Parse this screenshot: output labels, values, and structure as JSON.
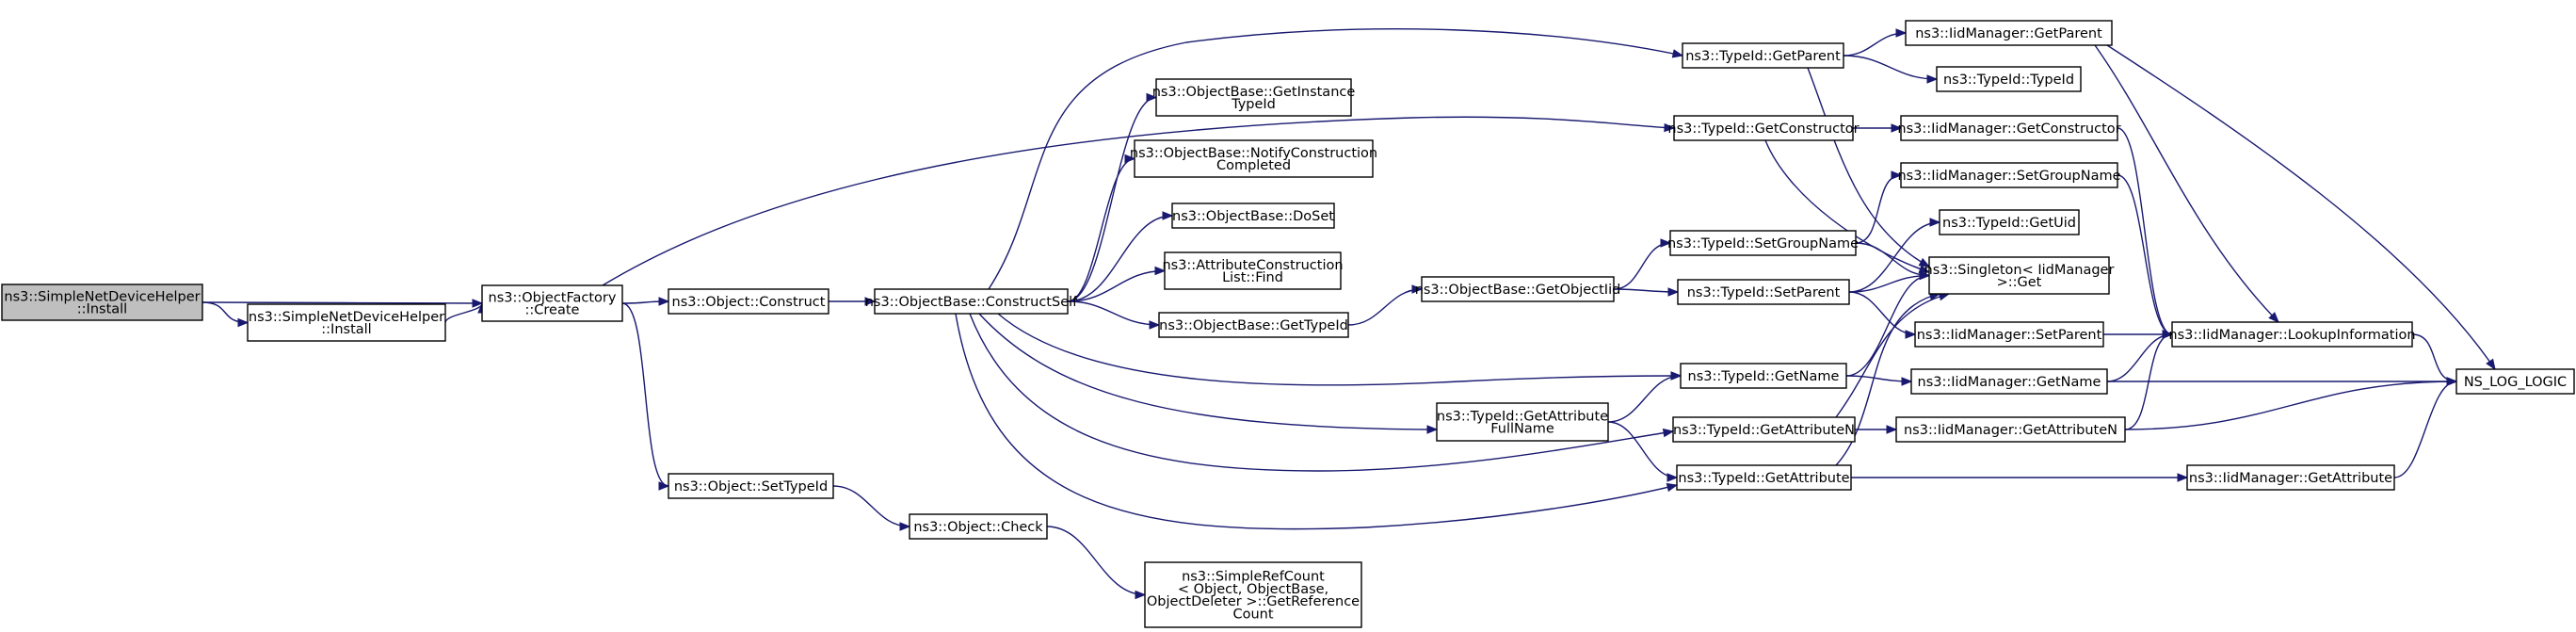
{
  "graph": {
    "nodes": [
      {
        "id": "sndh_install_a",
        "lines": [
          "ns3::SimpleNetDeviceHelper",
          "::Install"
        ],
        "root": true
      },
      {
        "id": "sndh_install_b",
        "lines": [
          "ns3::SimpleNetDeviceHelper",
          "::Install"
        ]
      },
      {
        "id": "objfactory_create",
        "lines": [
          "ns3::ObjectFactory",
          "::Create"
        ]
      },
      {
        "id": "object_construct",
        "lines": [
          "ns3::Object::Construct"
        ]
      },
      {
        "id": "objectbase_constructself",
        "lines": [
          "ns3::ObjectBase::ConstructSelf"
        ]
      },
      {
        "id": "object_settypeid",
        "lines": [
          "ns3::Object::SetTypeId"
        ]
      },
      {
        "id": "object_check",
        "lines": [
          "ns3::Object::Check"
        ]
      },
      {
        "id": "simplerefcount_getrefcount",
        "lines": [
          "ns3::SimpleRefCount",
          "< Object, ObjectBase,",
          "ObjectDeleter >::GetReference",
          "Count"
        ]
      },
      {
        "id": "objectbase_getinstancetypeid",
        "lines": [
          "ns3::ObjectBase::GetInstance",
          "TypeId"
        ]
      },
      {
        "id": "objectbase_notifyconstruction",
        "lines": [
          "ns3::ObjectBase::NotifyConstruction",
          "Completed"
        ]
      },
      {
        "id": "objectbase_doset",
        "lines": [
          "ns3::ObjectBase::DoSet"
        ]
      },
      {
        "id": "attrconstructionlist_find",
        "lines": [
          "ns3::AttributeConstruction",
          "List::Find"
        ]
      },
      {
        "id": "objectbase_gettypeid",
        "lines": [
          "ns3::ObjectBase::GetTypeId"
        ]
      },
      {
        "id": "objectbase_getobjectiid",
        "lines": [
          "ns3::ObjectBase::GetObjectIid"
        ]
      },
      {
        "id": "typeid_getattributefullname",
        "lines": [
          "ns3::TypeId::GetAttribute",
          "FullName"
        ]
      },
      {
        "id": "typeid_getparent",
        "lines": [
          "ns3::TypeId::GetParent"
        ]
      },
      {
        "id": "typeid_getconstructor",
        "lines": [
          "ns3::TypeId::GetConstructor"
        ]
      },
      {
        "id": "typeid_setgroupname",
        "lines": [
          "ns3::TypeId::SetGroupName"
        ]
      },
      {
        "id": "typeid_setparent",
        "lines": [
          "ns3::TypeId::SetParent"
        ]
      },
      {
        "id": "typeid_getname",
        "lines": [
          "ns3::TypeId::GetName"
        ]
      },
      {
        "id": "typeid_getattributen",
        "lines": [
          "ns3::TypeId::GetAttributeN"
        ]
      },
      {
        "id": "typeid_getattribute",
        "lines": [
          "ns3::TypeId::GetAttribute"
        ]
      },
      {
        "id": "iidmanager_getparent",
        "lines": [
          "ns3::IidManager::GetParent"
        ]
      },
      {
        "id": "typeid_typeid",
        "lines": [
          "ns3::TypeId::TypeId"
        ]
      },
      {
        "id": "iidmanager_getconstructor",
        "lines": [
          "ns3::IidManager::GetConstructor"
        ]
      },
      {
        "id": "iidmanager_setgroupname",
        "lines": [
          "ns3::IidManager::SetGroupName"
        ]
      },
      {
        "id": "typeid_getuid",
        "lines": [
          "ns3::TypeId::GetUid"
        ]
      },
      {
        "id": "singleton_get",
        "lines": [
          "ns3::Singleton< IidManager",
          ">::Get"
        ]
      },
      {
        "id": "iidmanager_setparent",
        "lines": [
          "ns3::IidManager::SetParent"
        ]
      },
      {
        "id": "iidmanager_getname",
        "lines": [
          "ns3::IidManager::GetName"
        ]
      },
      {
        "id": "iidmanager_getattributen",
        "lines": [
          "ns3::IidManager::GetAttributeN"
        ]
      },
      {
        "id": "iidmanager_getattribute",
        "lines": [
          "ns3::IidManager::GetAttribute"
        ]
      },
      {
        "id": "iidmanager_lookupinformation",
        "lines": [
          "ns3::IidManager::LookupInformation"
        ]
      },
      {
        "id": "ns_log_logic",
        "lines": [
          "NS_LOG_LOGIC"
        ]
      }
    ],
    "edges": [
      [
        "sndh_install_a",
        "objfactory_create"
      ],
      [
        "sndh_install_a",
        "sndh_install_b"
      ],
      [
        "sndh_install_b",
        "objfactory_create"
      ],
      [
        "objfactory_create",
        "object_construct"
      ],
      [
        "objfactory_create",
        "object_settypeid"
      ],
      [
        "objfactory_create",
        "typeid_getconstructor"
      ],
      [
        "object_construct",
        "objectbase_constructself"
      ],
      [
        "object_settypeid",
        "object_check"
      ],
      [
        "object_check",
        "simplerefcount_getrefcount"
      ],
      [
        "objectbase_constructself",
        "objectbase_getinstancetypeid"
      ],
      [
        "objectbase_constructself",
        "objectbase_notifyconstruction"
      ],
      [
        "objectbase_constructself",
        "objectbase_doset"
      ],
      [
        "objectbase_constructself",
        "attrconstructionlist_find"
      ],
      [
        "objectbase_constructself",
        "objectbase_gettypeid"
      ],
      [
        "objectbase_constructself",
        "typeid_getparent"
      ],
      [
        "objectbase_constructself",
        "typeid_getname"
      ],
      [
        "objectbase_constructself",
        "typeid_getattributefullname"
      ],
      [
        "objectbase_constructself",
        "typeid_getattributen"
      ],
      [
        "objectbase_constructself",
        "typeid_getattribute"
      ],
      [
        "objectbase_gettypeid",
        "objectbase_getobjectiid"
      ],
      [
        "objectbase_getobjectiid",
        "typeid_setgroupname"
      ],
      [
        "objectbase_getobjectiid",
        "typeid_setparent"
      ],
      [
        "typeid_getattributefullname",
        "typeid_getname"
      ],
      [
        "typeid_getattributefullname",
        "typeid_getattribute"
      ],
      [
        "typeid_getparent",
        "iidmanager_getparent"
      ],
      [
        "typeid_getparent",
        "typeid_typeid"
      ],
      [
        "typeid_getparent",
        "singleton_get"
      ],
      [
        "typeid_getconstructor",
        "iidmanager_getconstructor"
      ],
      [
        "typeid_getconstructor",
        "singleton_get"
      ],
      [
        "typeid_setgroupname",
        "iidmanager_setgroupname"
      ],
      [
        "typeid_setgroupname",
        "singleton_get"
      ],
      [
        "typeid_setparent",
        "typeid_getuid"
      ],
      [
        "typeid_setparent",
        "singleton_get"
      ],
      [
        "typeid_setparent",
        "iidmanager_setparent"
      ],
      [
        "typeid_getname",
        "singleton_get"
      ],
      [
        "typeid_getname",
        "iidmanager_getname"
      ],
      [
        "typeid_getattributen",
        "singleton_get"
      ],
      [
        "typeid_getattributen",
        "iidmanager_getattributen"
      ],
      [
        "typeid_getattribute",
        "singleton_get"
      ],
      [
        "typeid_getattribute",
        "iidmanager_getattribute"
      ],
      [
        "iidmanager_getparent",
        "iidmanager_lookupinformation"
      ],
      [
        "iidmanager_getparent",
        "ns_log_logic"
      ],
      [
        "iidmanager_getconstructor",
        "iidmanager_lookupinformation"
      ],
      [
        "iidmanager_setgroupname",
        "iidmanager_lookupinformation"
      ],
      [
        "iidmanager_setparent",
        "iidmanager_lookupinformation"
      ],
      [
        "iidmanager_getname",
        "iidmanager_lookupinformation"
      ],
      [
        "iidmanager_getname",
        "ns_log_logic"
      ],
      [
        "iidmanager_getattributen",
        "iidmanager_lookupinformation"
      ],
      [
        "iidmanager_getattributen",
        "ns_log_logic"
      ],
      [
        "iidmanager_getattribute",
        "ns_log_logic"
      ],
      [
        "iidmanager_lookupinformation",
        "ns_log_logic"
      ]
    ],
    "colors": {
      "edge": "#191970",
      "root_fill": "#bfbfbf",
      "node_fill": "#ffffff",
      "node_border": "#000000"
    }
  }
}
